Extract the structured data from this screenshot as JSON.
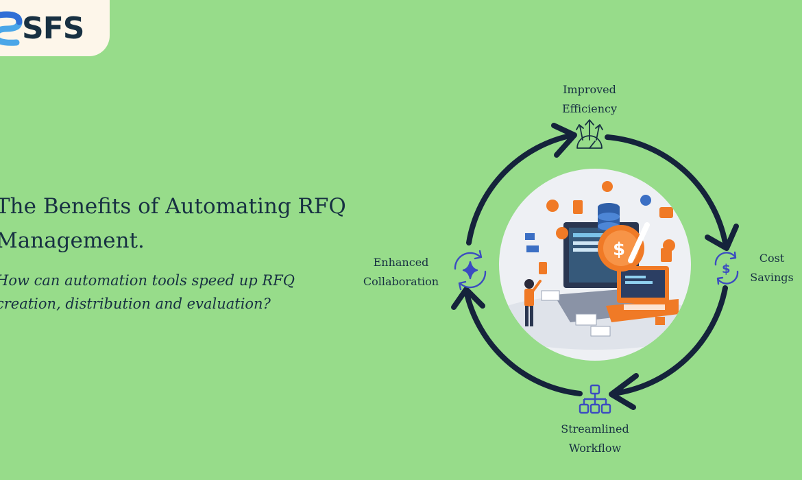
{
  "logo": {
    "text": "SFS",
    "icon": "sfs-swirl-icon"
  },
  "headline": "The Benefits of Automating RFQ Management.",
  "subline": "How can automation tools speed up RFQ creation, distribution and evaluation?",
  "benefits": [
    {
      "line1": "Improved",
      "line2": "Efficiency",
      "icon": "speedometer-arrows-icon"
    },
    {
      "line1": "Cost",
      "line2": "Savings",
      "icon": "dollar-cycle-icon"
    },
    {
      "line1": "Streamlined",
      "line2": "Workflow",
      "icon": "hierarchy-icon"
    },
    {
      "line1": "Enhanced",
      "line2": "Collaboration",
      "icon": "sparkle-cycle-icon"
    }
  ],
  "colors": {
    "background": "#97dc8a",
    "text": "#173042",
    "arrow": "#15233b",
    "icon": "#3b4cc0",
    "accent": "#f07a26",
    "logo_bg": "#fdf6ea"
  }
}
